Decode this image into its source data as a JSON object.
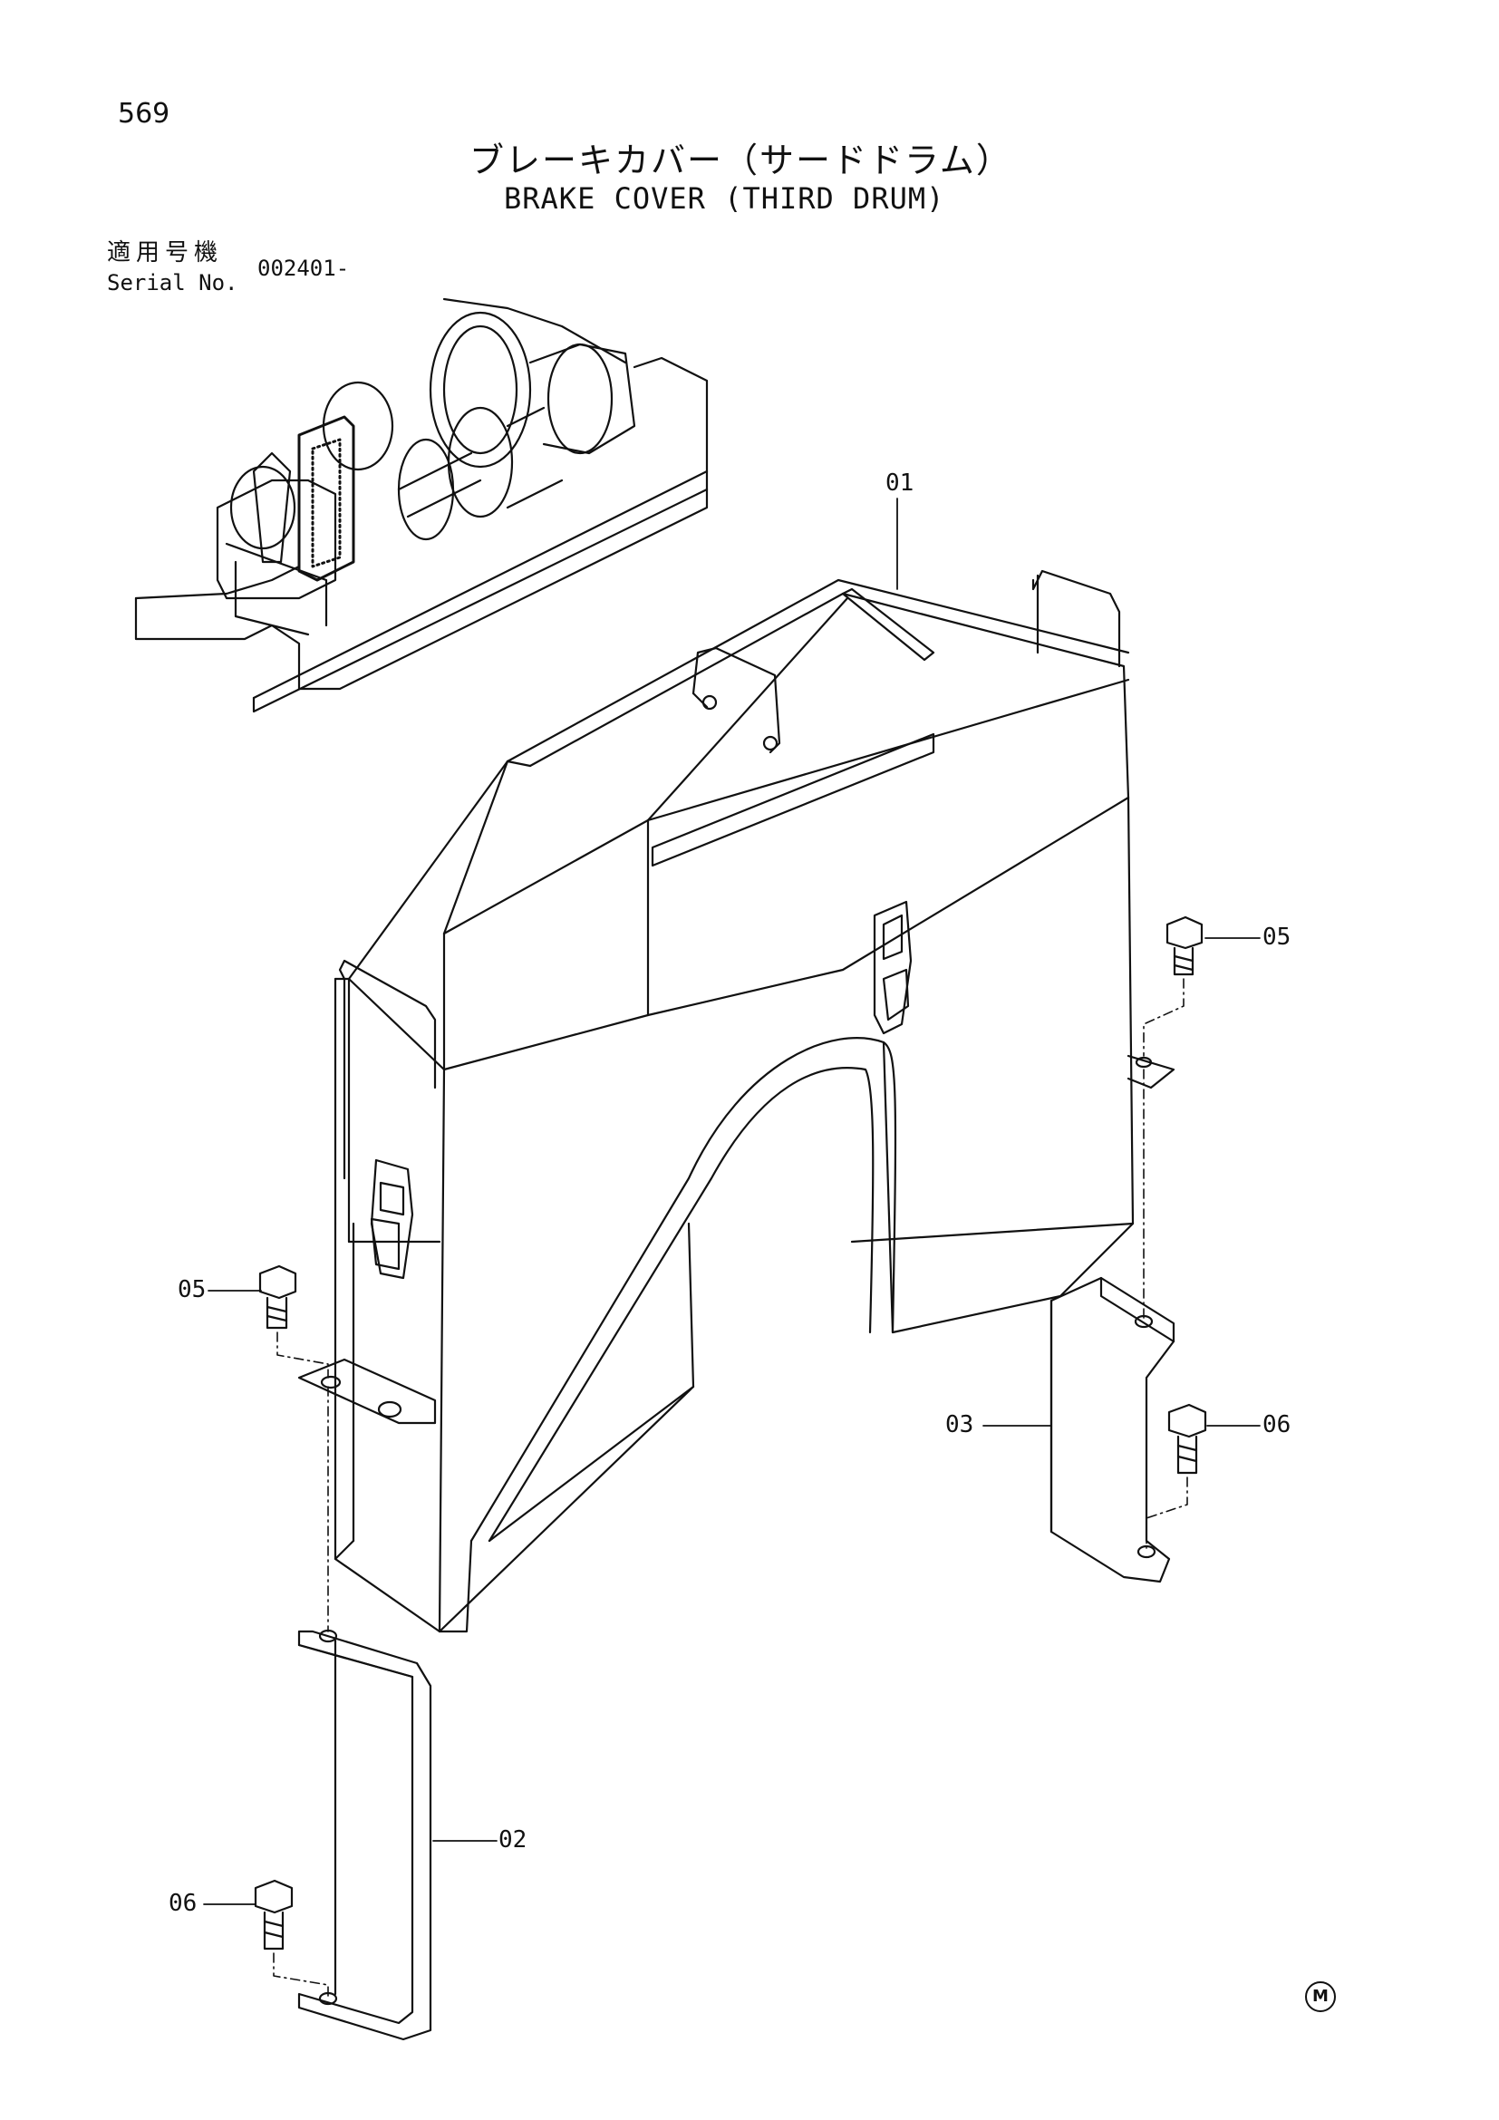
{
  "page_number": "569",
  "title_jp": "ブレーキカバー（サードドラム）",
  "title_en": "BRAKE COVER (THIRD DRUM)",
  "serial": {
    "label_jp": "適用号機",
    "label_en": "Serial No.",
    "value": "002401-"
  },
  "callouts": {
    "c01": "01",
    "c02": "02",
    "c03": "03",
    "c05_right": "05",
    "c05_left": "05",
    "c06_right": "06",
    "c06_left": "06"
  },
  "mark": "M"
}
